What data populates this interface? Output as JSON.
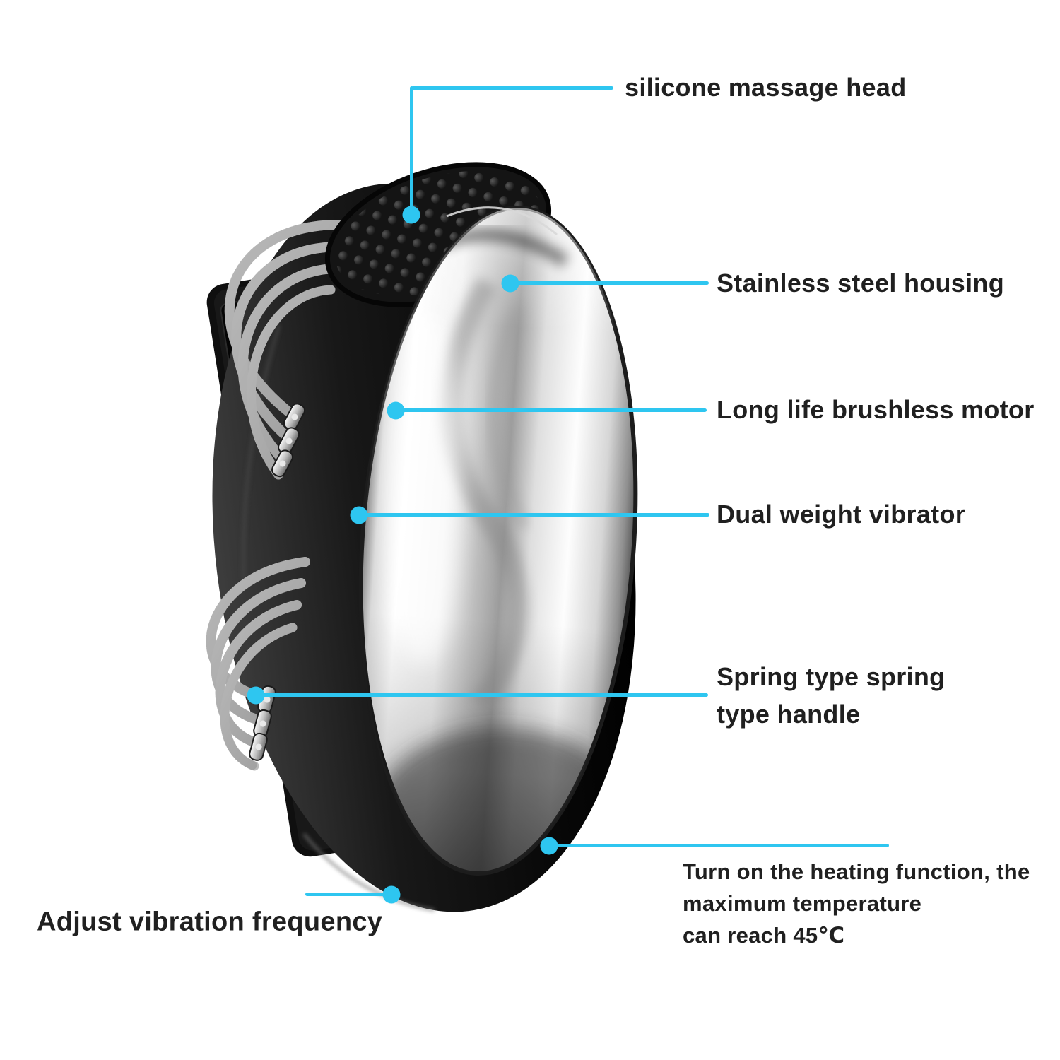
{
  "colors": {
    "accent": "#2ec6f0",
    "text": "#202020"
  },
  "product": {
    "name": "handheld spring-handle massager with heating"
  },
  "callouts": {
    "silicone_head": {
      "label": "silicone massage head"
    },
    "housing": {
      "label": "Stainless steel housing"
    },
    "motor": {
      "label": "Long life brushless motor"
    },
    "vibrator": {
      "label": "Dual weight vibrator"
    },
    "spring_handle": {
      "line1": "Spring type spring",
      "line2": "type handle"
    },
    "heating": {
      "line1": "Turn on the heating function, the",
      "line2": "maximum temperature",
      "line3": "can reach 45℃"
    },
    "adjust": {
      "label": "Adjust vibration frequency"
    }
  }
}
